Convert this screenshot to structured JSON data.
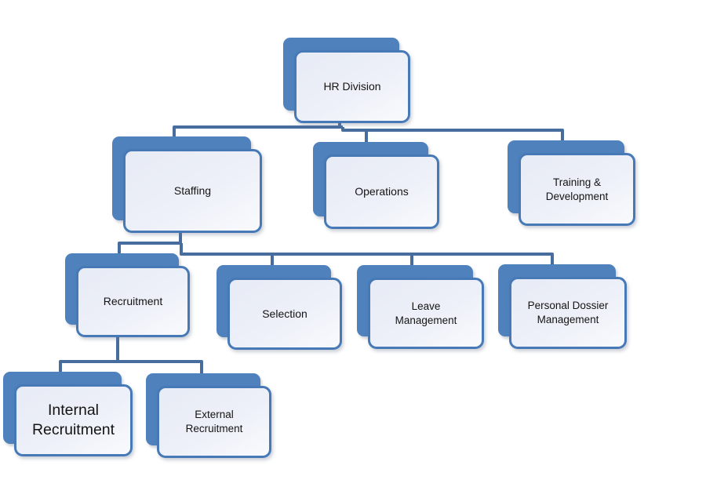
{
  "canvas": {
    "background": "#ffffff"
  },
  "colors": {
    "shadow_box": "#4f81bd",
    "box_border": "#4779b6",
    "box_fill_top": "#e7ebf5",
    "box_fill_bottom": "#f8fafd",
    "connector": "#476d9e",
    "text": "#141414"
  },
  "chart_title": "",
  "nodes": [
    {
      "id": "hr-division",
      "label": "HR Division",
      "lines": [
        "HR Division"
      ]
    },
    {
      "id": "staffing",
      "label": "Staffing",
      "lines": [
        "Staffing"
      ]
    },
    {
      "id": "operations",
      "label": "Operations",
      "lines": [
        "Operations"
      ]
    },
    {
      "id": "training-development",
      "label": "Training & Development",
      "lines": [
        "Training &",
        "Development"
      ]
    },
    {
      "id": "recruitment",
      "label": "Recruitment",
      "lines": [
        "Recruitment"
      ]
    },
    {
      "id": "selection",
      "label": "Selection",
      "lines": [
        "Selection"
      ]
    },
    {
      "id": "leave-management",
      "label": "Leave Management",
      "lines": [
        "Leave",
        "Management"
      ]
    },
    {
      "id": "personal-dossier-management",
      "label": "Personal Dossier Management",
      "lines": [
        "Personal Dossier",
        "Management"
      ]
    },
    {
      "id": "internal-recruitment",
      "label": "Internal Recruitment",
      "lines": [
        "Internal",
        "Recruitment"
      ]
    },
    {
      "id": "external-recruitment",
      "label": "External Recruitment",
      "lines": [
        "External",
        "Recruitment"
      ]
    }
  ],
  "edges": [
    {
      "from": "hr-division",
      "to": "staffing"
    },
    {
      "from": "hr-division",
      "to": "operations"
    },
    {
      "from": "hr-division",
      "to": "training-development"
    },
    {
      "from": "staffing",
      "to": "recruitment"
    },
    {
      "from": "staffing",
      "to": "selection"
    },
    {
      "from": "staffing",
      "to": "leave-management"
    },
    {
      "from": "staffing",
      "to": "personal-dossier-management"
    },
    {
      "from": "recruitment",
      "to": "internal-recruitment"
    },
    {
      "from": "recruitment",
      "to": "external-recruitment"
    }
  ]
}
